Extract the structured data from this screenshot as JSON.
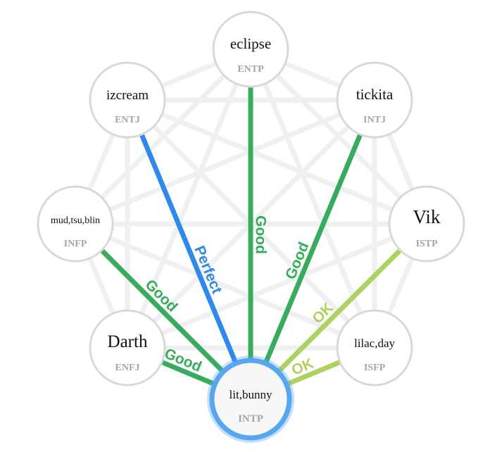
{
  "nodes": [
    {
      "id": "eclipse",
      "name": "eclipse",
      "type": "ENTP"
    },
    {
      "id": "tickita",
      "name": "tickita",
      "type": "INTJ"
    },
    {
      "id": "vik",
      "name": "Vik",
      "type": "ISTP"
    },
    {
      "id": "lilac",
      "name": "lilac,day",
      "type": "ISFP"
    },
    {
      "id": "litbunny",
      "name": "lit,bunny",
      "type": "INTP",
      "selected": true
    },
    {
      "id": "darth",
      "name": "Darth",
      "type": "ENFJ"
    },
    {
      "id": "mud",
      "name": "mud,tsu,blin",
      "type": "INFP"
    },
    {
      "id": "izcream",
      "name": "izcream",
      "type": "ENTJ"
    }
  ],
  "center": "litbunny",
  "links": [
    {
      "target": "izcream",
      "label": "Perfect",
      "level": "perfect"
    },
    {
      "target": "eclipse",
      "label": "Good",
      "level": "good"
    },
    {
      "target": "tickita",
      "label": "Good",
      "level": "good"
    },
    {
      "target": "vik",
      "label": "OK",
      "level": "ok"
    },
    {
      "target": "lilac",
      "label": "OK",
      "level": "ok"
    },
    {
      "target": "darth",
      "label": "Good",
      "level": "good"
    },
    {
      "target": "mud",
      "label": "Good",
      "level": "good"
    }
  ],
  "colors": {
    "perfect": "#2f89eb",
    "good": "#36ac5c",
    "ok": "#aed160",
    "background_mesh": "#eef0f2",
    "node_border": "#d9d9d9",
    "selected_border": "#57a6ef",
    "selected_fill": "#f7f7f7",
    "type_text": "#a6a6a6"
  }
}
